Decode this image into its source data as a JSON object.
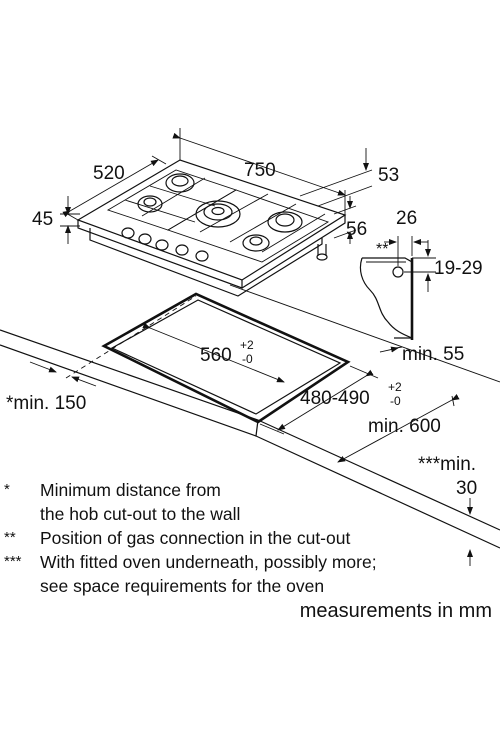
{
  "dimensions": {
    "hob_width": "750",
    "hob_depth": "520",
    "height_total": "45",
    "right_depth_1": "53",
    "right_depth_2": "56",
    "gas_offset": "26",
    "gas_height": "19-29",
    "gas_marker": "**",
    "cutout_width": "560",
    "cutout_width_tol_plus": "+2",
    "cutout_width_tol_minus": "-0",
    "cutout_depth": "480-490",
    "cutout_depth_tol_plus": "+2",
    "cutout_depth_tol_minus": "-0",
    "min_front": "min. 55",
    "min_side": "*min. 150",
    "min_depth": "min. 600",
    "min_oven_label": "***min.",
    "min_oven_value": "30"
  },
  "notes": [
    {
      "mark": "*",
      "lines": [
        "Minimum distance from",
        "the hob cut-out to the wall"
      ]
    },
    {
      "mark": "**",
      "lines": [
        "Position of gas connection in the cut-out"
      ]
    },
    {
      "mark": "***",
      "lines": [
        "With fitted oven underneath, possibly more;",
        "see space requirements for the oven"
      ]
    }
  ],
  "units_label": "measurements in mm"
}
